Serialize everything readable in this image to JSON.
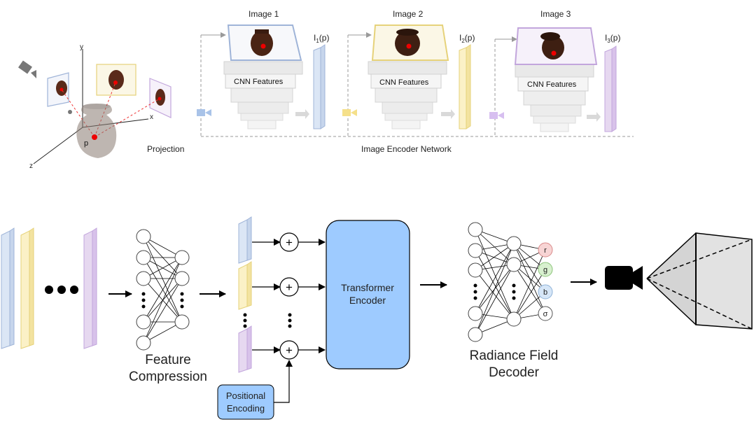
{
  "top_section": {
    "axis_labels": {
      "x": "x",
      "y": "y",
      "z": "z"
    },
    "point_label": "p",
    "projection_label": "Projection",
    "encoder_label": "Image Encoder Network",
    "views": [
      {
        "image_title": "Image 1",
        "cnn_label": "CNN Features",
        "feature_prefix": "I",
        "feature_sub": "1",
        "feature_suffix": "(p)",
        "color": "#dbe6f5",
        "stroke": "#9fb4d8",
        "camera_color": "#a9c3e8"
      },
      {
        "image_title": "Image 2",
        "cnn_label": "CNN Features",
        "feature_prefix": "I",
        "feature_sub": "2",
        "feature_suffix": "(p)",
        "color": "#fbf1c7",
        "stroke": "#e6d27a",
        "camera_color": "#f5e08a"
      },
      {
        "image_title": "Image 3",
        "cnn_label": "CNN Features",
        "feature_prefix": "I",
        "feature_sub": "3",
        "feature_suffix": "(p)",
        "color": "#e6d8f0",
        "stroke": "#c2a6dc",
        "camera_color": "#d7bff0"
      }
    ]
  },
  "bottom_section": {
    "feature_compression_label": [
      "Feature",
      "Compression"
    ],
    "positional_encoding_label": [
      "Positional",
      "Encoding"
    ],
    "transformer_label": [
      "Transformer",
      "Encoder"
    ],
    "radiance_decoder_label": [
      "Radiance Field",
      "Decoder"
    ],
    "outputs": [
      {
        "label": "r",
        "color": "#f7d4d4",
        "stroke": "#d98a8a"
      },
      {
        "label": "g",
        "color": "#d8f0cf",
        "stroke": "#8cc47a"
      },
      {
        "label": "b",
        "color": "#d6e6f7",
        "stroke": "#8fb2d8"
      },
      {
        "label": "σ",
        "color": "#ffffff",
        "stroke": "#555555"
      }
    ],
    "plus_symbol": "+",
    "colors": {
      "transformer_fill": "#9ecbff",
      "positional_fill": "#9ecbff",
      "bar_blue": "#dbe6f5",
      "bar_yellow": "#fbf1c7",
      "bar_purple": "#e6d8f0"
    }
  }
}
